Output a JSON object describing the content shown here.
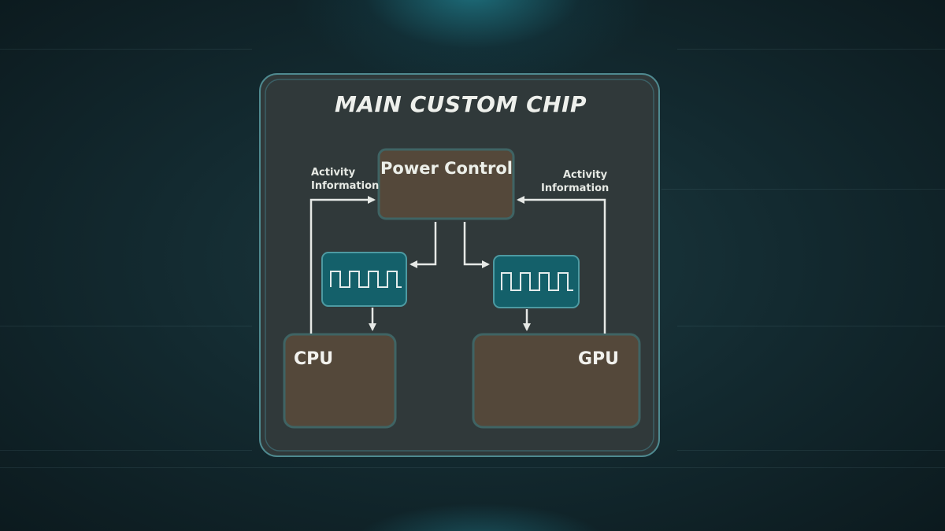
{
  "diagram": {
    "title": "MAIN CUSTOM CHIP",
    "power_control": "Power Control",
    "activity_left": {
      "line1": "Activity",
      "line2": "Information"
    },
    "activity_right": {
      "line1": "Activity",
      "line2": "Information"
    },
    "cpu": "CPU",
    "gpu": "GPU"
  },
  "colors": {
    "chip_panel": "#30393a",
    "block_brown": "#54483a",
    "block_border": "#3f6464",
    "clock_teal": "#14606a",
    "clock_border": "#4d9aa2",
    "connector": "#e6e9e6"
  }
}
